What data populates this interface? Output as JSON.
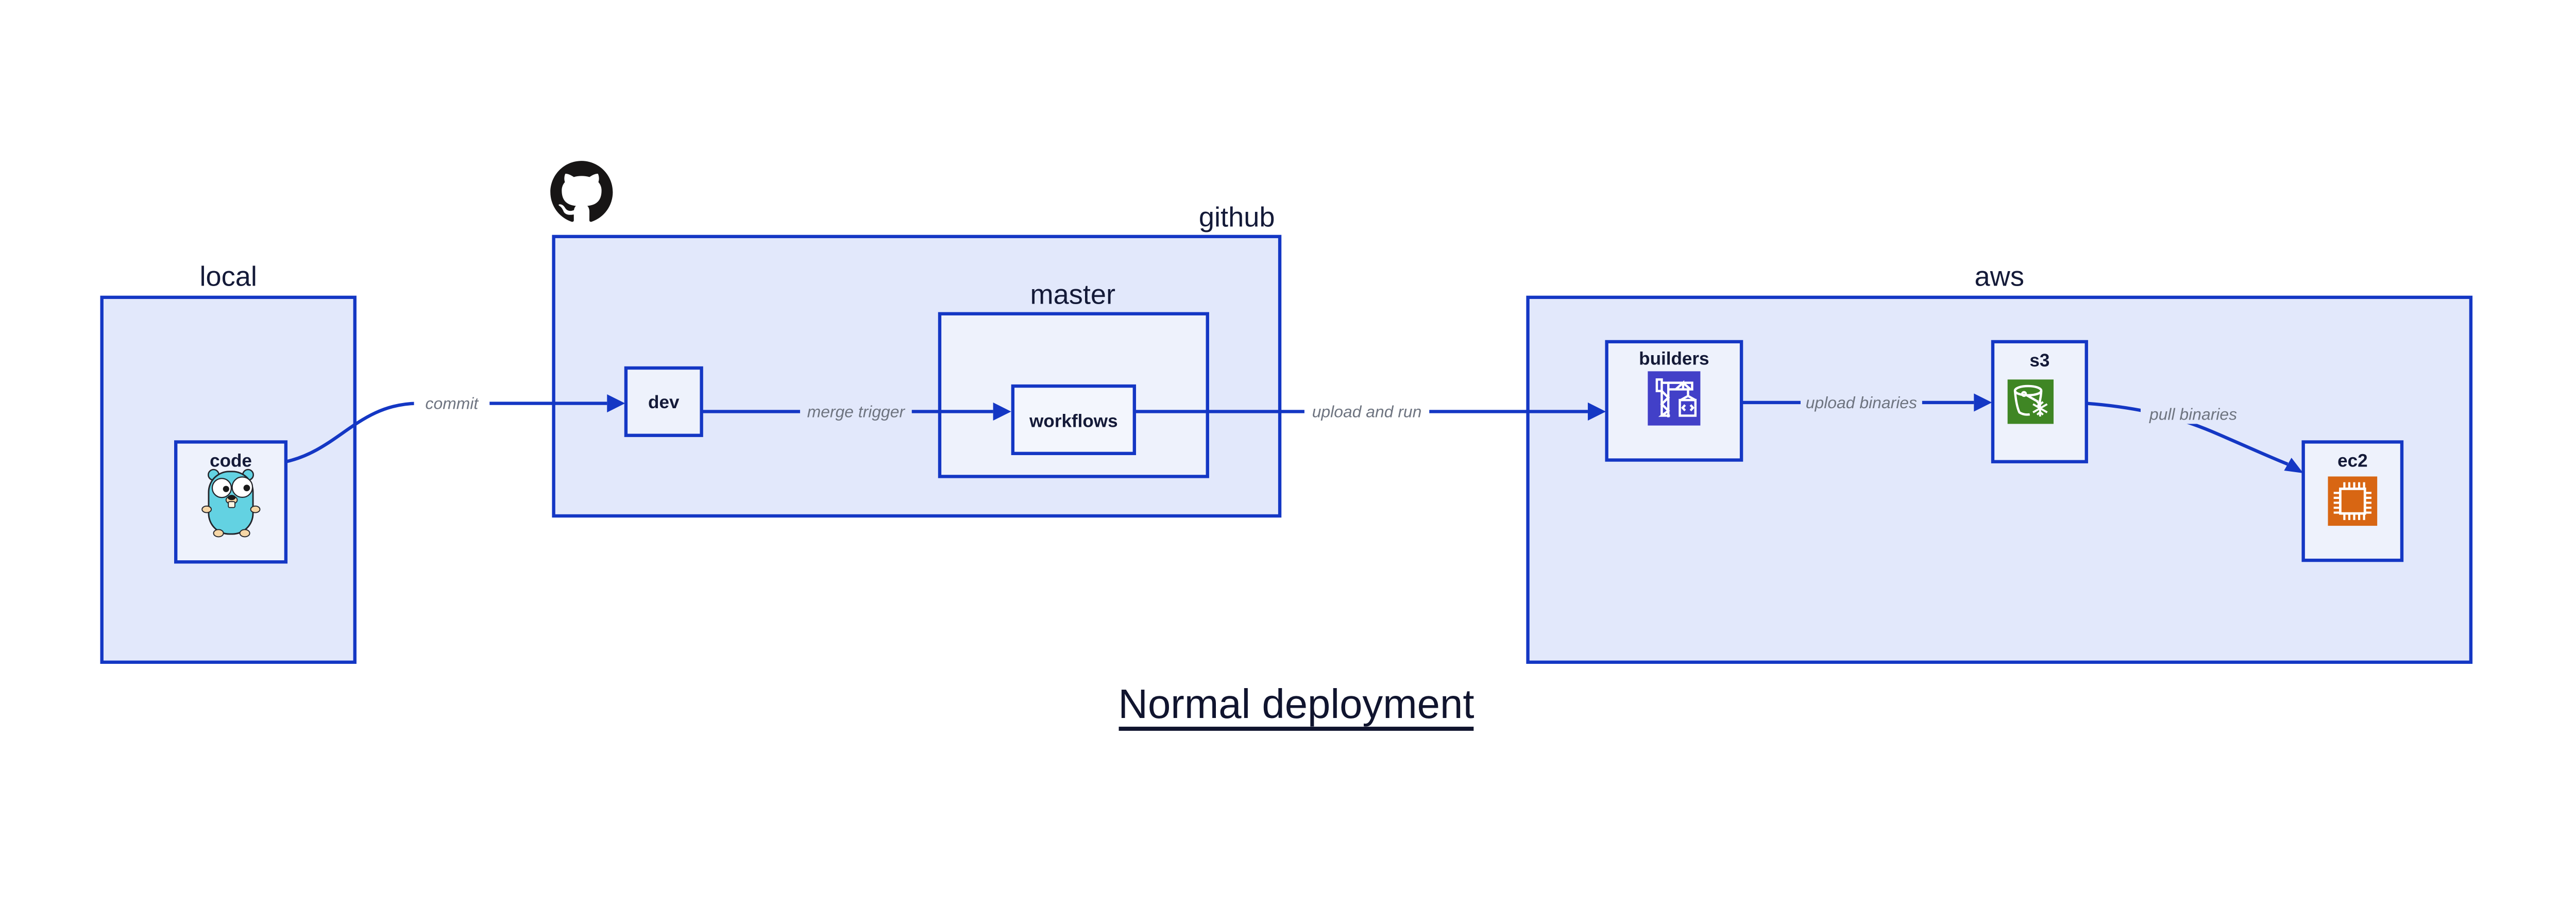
{
  "title": {
    "text": "Normal deployment"
  },
  "groups": {
    "local": {
      "label": "local"
    },
    "github": {
      "label": "github",
      "logo": "github-octocat-logo"
    },
    "master": {
      "label": "master"
    },
    "aws": {
      "label": "aws"
    }
  },
  "nodes": {
    "code": {
      "label": "code",
      "icon": "go-gopher-icon"
    },
    "dev": {
      "label": "dev"
    },
    "workflows": {
      "label": "workflows"
    },
    "builders": {
      "label": "builders",
      "icon": "aws-codebuild-icon"
    },
    "s3": {
      "label": "s3",
      "icon": "aws-s3-glacier-icon"
    },
    "ec2": {
      "label": "ec2",
      "icon": "aws-ec2-icon"
    }
  },
  "edges": [
    {
      "from": "code",
      "to": "dev",
      "label": "commit"
    },
    {
      "from": "dev",
      "to": "workflows",
      "label": "merge trigger"
    },
    {
      "from": "workflows",
      "to": "builders",
      "label": "upload and run"
    },
    {
      "from": "builders",
      "to": "s3",
      "label": "upload binaries"
    },
    {
      "from": "s3",
      "to": "ec2",
      "label": "pull binaries"
    }
  ],
  "colors": {
    "stroke": "#1437c4",
    "group-fill": "#e2e8fb",
    "node-fill": "#eef2fc",
    "node-fill-lighter": "#f3f6fd",
    "navy": "#141a38",
    "edge-gray": "#6e7480",
    "codebuild": "#4240c8",
    "s3green": "#3f8624",
    "ec2orange": "#d86613"
  }
}
